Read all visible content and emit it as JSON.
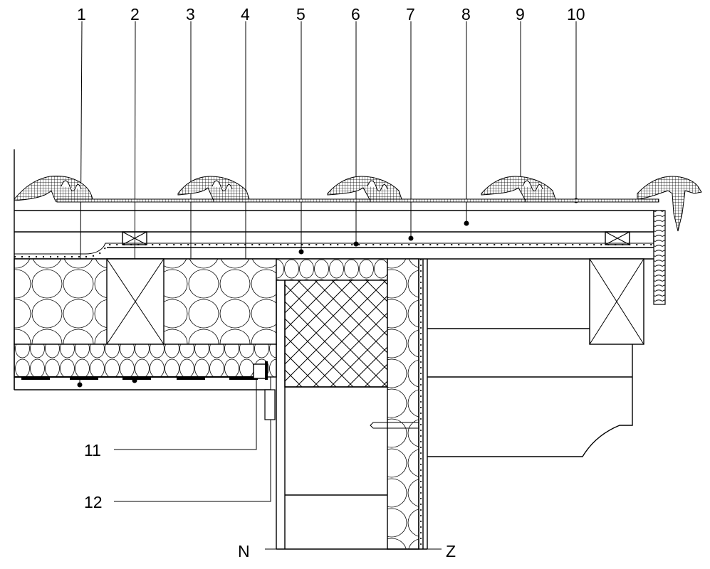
{
  "drawing": {
    "top_callouts": [
      "1",
      "2",
      "3",
      "4",
      "5",
      "6",
      "7",
      "8",
      "9",
      "10"
    ],
    "side_callouts": [
      "11",
      "12"
    ],
    "interior_side_label": "N",
    "exterior_side_label": "Z"
  }
}
